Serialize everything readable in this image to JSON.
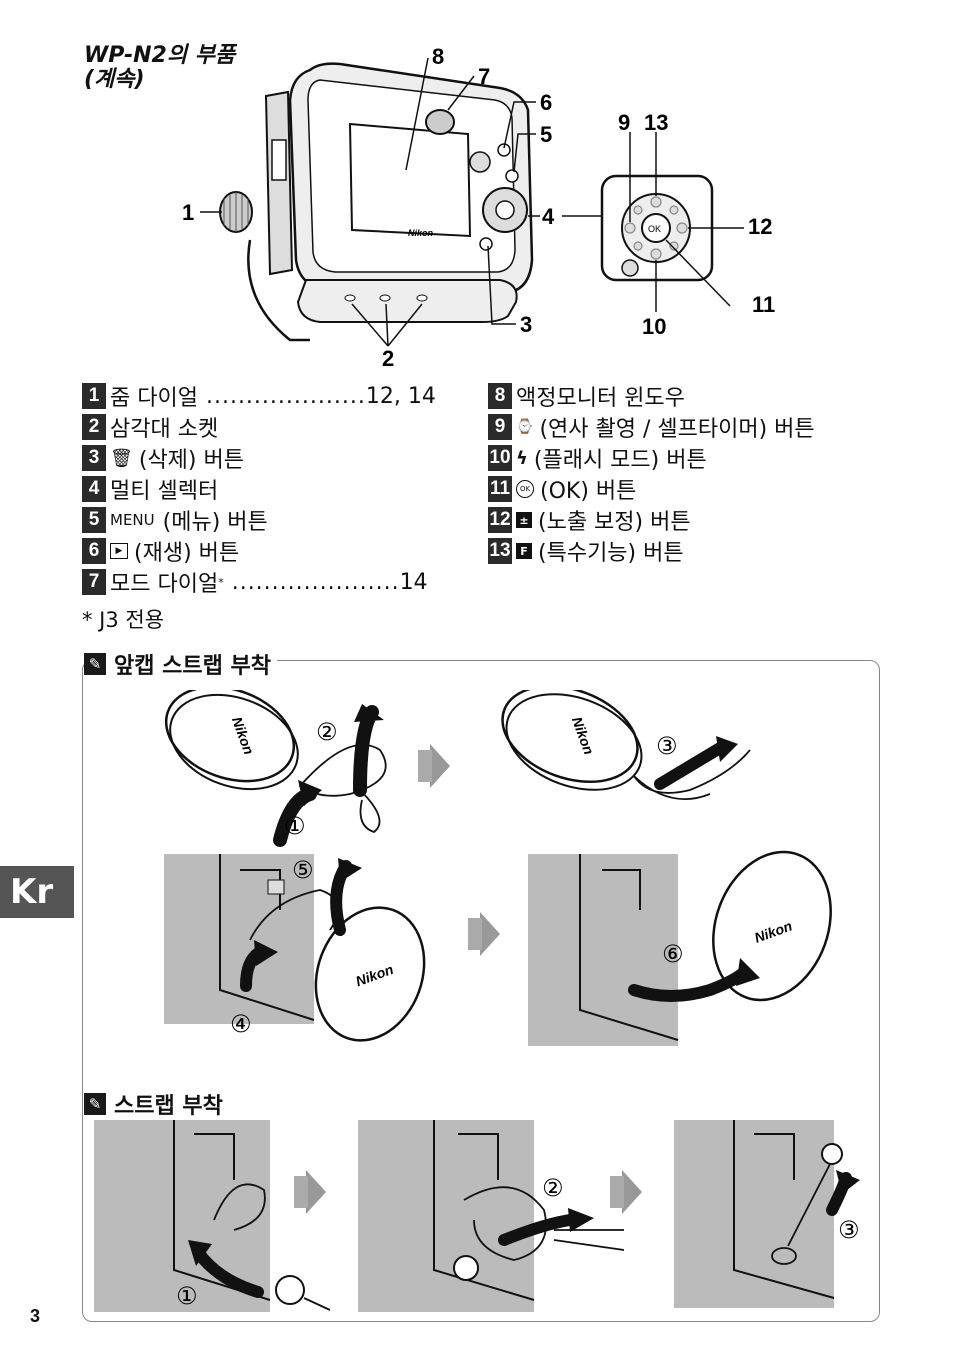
{
  "section": {
    "title_line1": "WP-N2의 부품",
    "title_line2": "(계속)"
  },
  "callouts": {
    "c1": "1",
    "c2": "2",
    "c3": "3",
    "c4": "4",
    "c5": "5",
    "c6": "6",
    "c7": "7",
    "c8": "8",
    "c9": "9",
    "c10": "10",
    "c11": "11",
    "c12": "12",
    "c13": "13"
  },
  "diagram": {
    "brand": "Nikon",
    "ok_label": "OK"
  },
  "parts_left": [
    {
      "n": "1",
      "label": "줌 다이얼",
      "dots": "....................",
      "page": "12, 14"
    },
    {
      "n": "2",
      "label": "삼각대 소켓"
    },
    {
      "n": "3",
      "label": "(삭제) 버튼",
      "icon": "🗑"
    },
    {
      "n": "4",
      "label": "멀티 셀렉터"
    },
    {
      "n": "5",
      "label": "(메뉴) 버튼",
      "icon_text": "MENU"
    },
    {
      "n": "6",
      "label": "(재생) 버튼",
      "icon": "▶"
    },
    {
      "n": "7",
      "label": "모드 다이얼",
      "sup": "*",
      "dots": ".....................",
      "page": "14"
    }
  ],
  "parts_right": [
    {
      "n": "8",
      "label": "액정모니터 윈도우"
    },
    {
      "n": "9",
      "label": "(연사 촬영 / 셀프타이머) 버튼",
      "icon": "⌚"
    },
    {
      "n": "10",
      "label": "(플래시 모드) 버튼",
      "icon": "ϟ"
    },
    {
      "n": "11",
      "label": "(OK) 버튼",
      "icon_text": "OK"
    },
    {
      "n": "12",
      "label": "(노출 보정) 버튼",
      "icon": "±"
    },
    {
      "n": "13",
      "label": "(특수기능) 버튼",
      "icon_text": "F"
    }
  ],
  "footnote": "* J3 전용",
  "note1": {
    "title": "앞캡 스트랩 부착",
    "steps": [
      "①",
      "②",
      "③",
      "④",
      "⑤",
      "⑥"
    ]
  },
  "note2": {
    "title": "스트랩 부착",
    "steps": [
      "①",
      "②",
      "③"
    ]
  },
  "lang_tab": "Kr",
  "page_number": "3"
}
